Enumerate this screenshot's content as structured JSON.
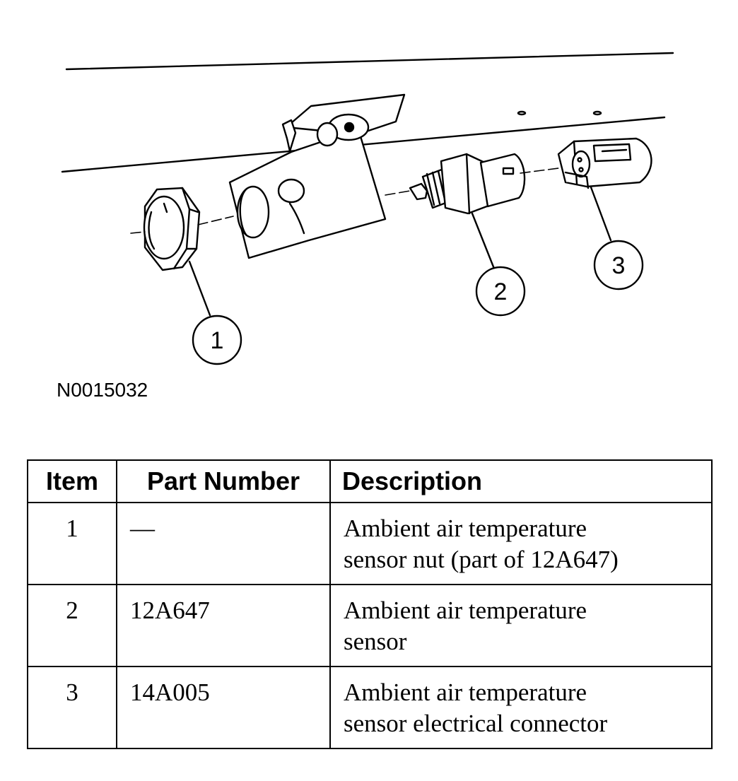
{
  "figure": {
    "id": "N0015032",
    "callouts": [
      "1",
      "2",
      "3"
    ]
  },
  "table": {
    "headers": {
      "item": "Item",
      "part_number": "Part Number",
      "description": "Description"
    },
    "rows": [
      {
        "item": "1",
        "part_number": "—",
        "description": [
          "Ambient air temperature",
          "sensor nut (part of 12A647)"
        ]
      },
      {
        "item": "2",
        "part_number": "12A647",
        "description": [
          "Ambient air temperature",
          "sensor"
        ]
      },
      {
        "item": "3",
        "part_number": "14A005",
        "description": [
          "Ambient air temperature",
          "sensor electrical connector"
        ]
      }
    ]
  }
}
